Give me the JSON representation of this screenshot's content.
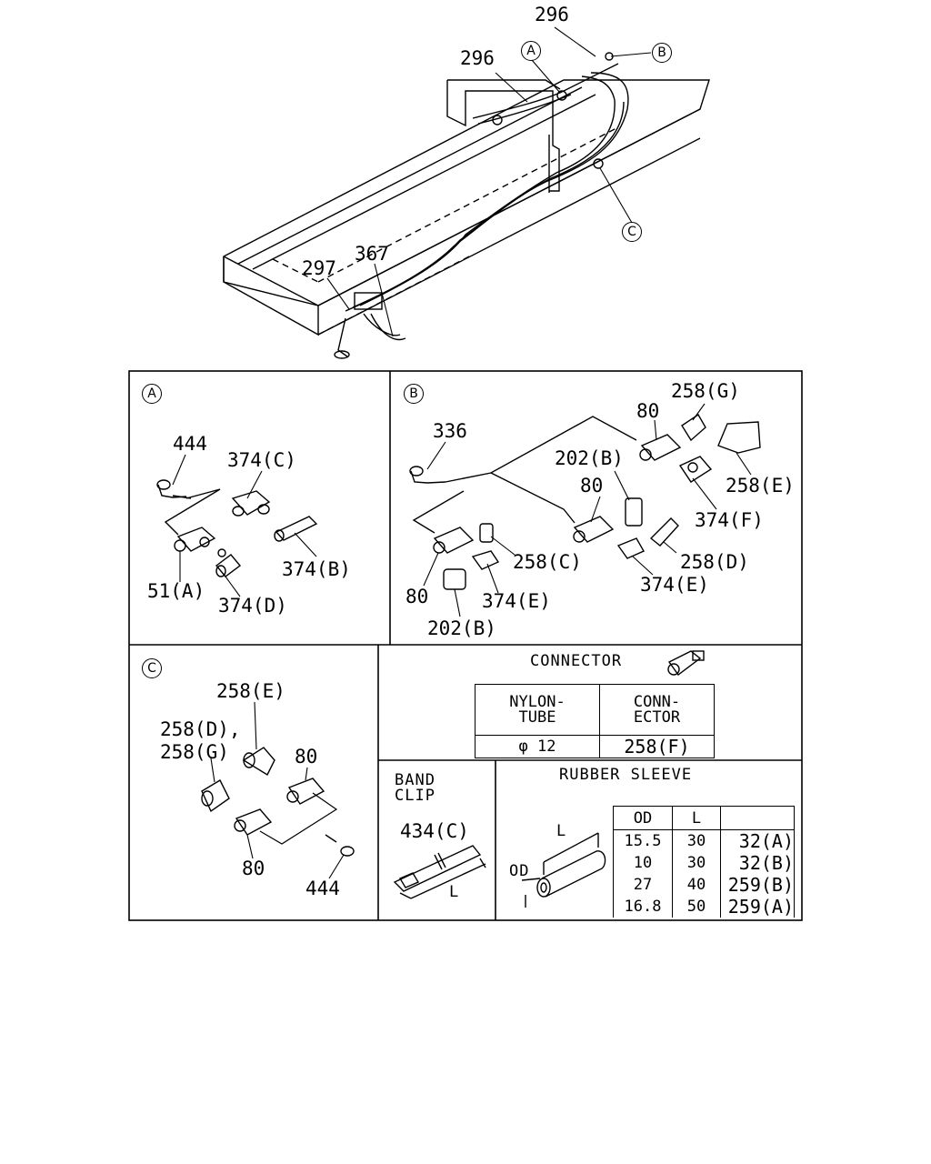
{
  "overview": {
    "callouts": [
      "296",
      "296",
      "297",
      "367"
    ],
    "section_markers": [
      "A",
      "B",
      "C"
    ]
  },
  "panel_a": {
    "marker": "A",
    "labels": [
      "444",
      "374(C)",
      "374(B)",
      "51(A)",
      "374(D)"
    ]
  },
  "panel_b": {
    "marker": "B",
    "labels": [
      "336",
      "258(G)",
      "80",
      "258(E)",
      "202(B)",
      "80",
      "374(F)",
      "258(C)",
      "258(D)",
      "80",
      "374(E)",
      "374(E)",
      "202(B)"
    ]
  },
  "panel_c": {
    "marker": "C",
    "labels": [
      "258(E)",
      "258(D),",
      "258(G)",
      "80",
      "80",
      "444"
    ]
  },
  "connector": {
    "title": "CONNECTOR",
    "header_tube_1": "NYLON-",
    "header_tube_2": "TUBE",
    "header_conn_1": "CONN-",
    "header_conn_2": "ECTOR",
    "size": "φ 12",
    "part": "258(F)"
  },
  "band_clip": {
    "title_1": "BAND",
    "title_2": "CLIP",
    "part": "434(C)",
    "dim": "L"
  },
  "rubber_sleeve": {
    "title": "RUBBER SLEEVE",
    "dim_l": "L",
    "dim_od": "OD",
    "headers": [
      "OD",
      "L",
      ""
    ],
    "rows": [
      [
        "15.5",
        "30",
        "32(A)"
      ],
      [
        "10",
        "30",
        "32(B)"
      ],
      [
        "27",
        "40",
        "259(B)"
      ],
      [
        "16.8",
        "50",
        "259(A)"
      ]
    ]
  }
}
